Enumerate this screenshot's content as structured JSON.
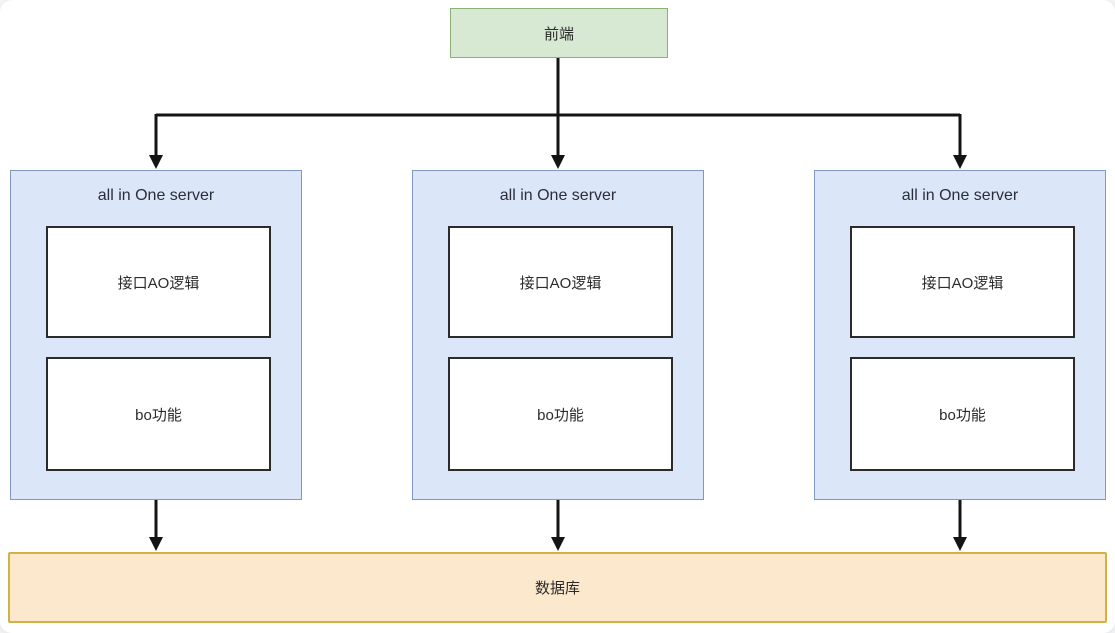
{
  "diagram": {
    "frontend": {
      "label": "前端"
    },
    "servers": [
      {
        "title": "all in One server",
        "modules": [
          {
            "label": "接口AO逻辑"
          },
          {
            "label": "bo功能"
          }
        ]
      },
      {
        "title": "all in One server",
        "modules": [
          {
            "label": "接口AO逻辑"
          },
          {
            "label": "bo功能"
          }
        ]
      },
      {
        "title": "all in One server",
        "modules": [
          {
            "label": "接口AO逻辑"
          },
          {
            "label": "bo功能"
          }
        ]
      }
    ],
    "database": {
      "label": "数据库"
    },
    "colors": {
      "frontend_fill": "#d7e9d2",
      "frontend_border": "#8bb174",
      "server_fill": "#dbe7f9",
      "server_border": "#8099c0",
      "module_fill": "#ffffff",
      "module_border": "#2b2b2b",
      "database_fill": "#fbe8cd",
      "database_border": "#d3b145",
      "connector": "#141414"
    }
  }
}
